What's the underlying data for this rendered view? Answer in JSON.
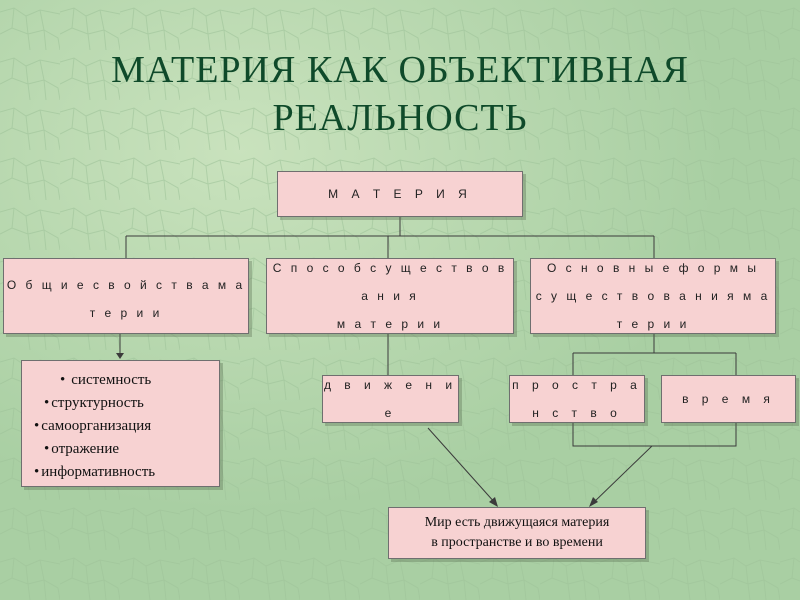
{
  "title": {
    "line1": "МАТЕРИЯ КАК ОБЪЕКТИВНАЯ",
    "line2": "РЕАЛЬНОСТЬ"
  },
  "root": {
    "label": "М А Т Е Р И Я"
  },
  "branches": {
    "general_properties": {
      "label": "О б щ и е  с в о й с т в а  м а т е р и и"
    },
    "mode_of_existence": {
      "line1": "С п о с о б  с у щ е с т в о в а н и я",
      "line2": "м а т е р и и"
    },
    "forms_of_existence": {
      "line1": "О с н о в н ы е  ф о р м ы",
      "line2": "с у щ е с т в о в а н и я  м а т е р и и"
    }
  },
  "properties": [
    "системность",
    "структурность",
    "самоорганизация",
    "отражение",
    "информативность"
  ],
  "leaves": {
    "motion": "д в и ж е н и е",
    "space": "п р о с т р а н с т в о",
    "time": "в р е м я"
  },
  "conclusion": {
    "line1": "Мир есть движущаяся материя",
    "line2": "в пространстве и  во времени"
  },
  "colors": {
    "background": "#b9d8b0",
    "box_fill": "#f7d2d2",
    "title": "#0f4a2a",
    "lines": "#3b3b3b"
  }
}
